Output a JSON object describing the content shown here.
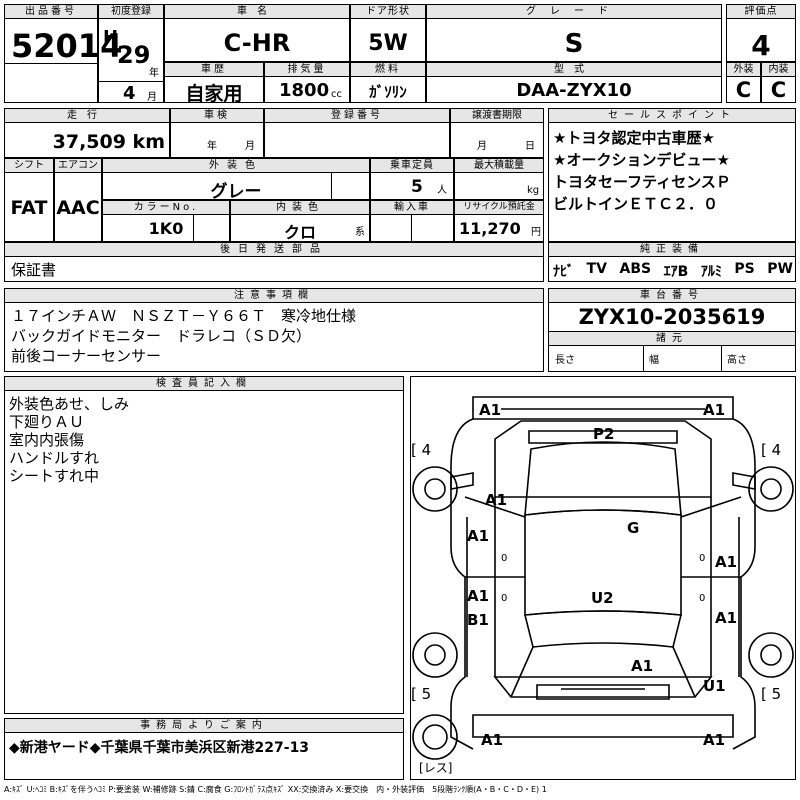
{
  "header": {
    "lot_label": "出品番号",
    "lot": "52014",
    "first_reg_label": "初度登録",
    "era": "H",
    "year": "29",
    "year_unit": "年",
    "month": "4",
    "month_unit": "月",
    "model_label": "車名",
    "model": "C-HR",
    "door_label": "ドア形状",
    "door": "5W",
    "grade_label": "グレード",
    "grade": "S",
    "score_label": "評価点",
    "score": "4",
    "history_label": "車歴",
    "history": "自家用",
    "displacement_label": "排気量",
    "displacement": "1800",
    "cc": "cc",
    "fuel_label": "燃料",
    "fuel": "ｶﾞｿﾘﾝ",
    "type_label": "型式",
    "type": "DAA-ZYX10",
    "ext_label": "外装",
    "ext": "C",
    "int_label": "内装",
    "int": "C"
  },
  "row2": {
    "mileage_label": "走行",
    "mileage": "37,509 km",
    "inspection_label": "車検",
    "year_unit": "年",
    "month_unit": "月",
    "reg_label": "登録番号",
    "transfer_label": "譲渡書期限",
    "transfer_month": "月",
    "transfer_day": "日",
    "shift_label": "シフト",
    "shift": "FAT",
    "ac_label": "エアコン",
    "ac": "AAC",
    "color_label": "外装色",
    "color": "グレー",
    "capacity_label": "乗車定員",
    "capacity": "5",
    "capacity_unit": "人",
    "load_label": "最大積載量",
    "load_unit": "kg",
    "color_no_label": "カラーNo.",
    "color_no": "1K0",
    "interior_label": "内装色",
    "interior": "クロ",
    "interior_unit": "系",
    "import_label": "輸入車",
    "recycle_label": "リサイクル預託金",
    "recycle": "11,270",
    "recycle_unit": "円",
    "later_label": "後日発送部品",
    "later": "保証書"
  },
  "sales": {
    "label": "セールスポイント",
    "lines": [
      "★トヨタ認定中古車歴★",
      "★オークションデビュー★",
      "トヨタセーフティセンスＰ",
      "ビルトインＥＴＣ２．０"
    ]
  },
  "equipment": {
    "label": "純正装備",
    "items": [
      "ﾅﾋﾞ",
      "TV",
      "ABS",
      "ｴｱB",
      "ｱﾙﾐ",
      "PS",
      "PW"
    ]
  },
  "notes": {
    "label": "注意事項欄",
    "lines": [
      "１７インチＡＷ　ＮＳＺＴ－Ｙ６６Ｔ　寒冷地仕様",
      "バックガイドモニター　ドラレコ（ＳＤ欠）",
      "前後コーナーセンサー"
    ]
  },
  "chassis": {
    "label": "車台番号",
    "number": "ZYX10-2035619",
    "dims_label": "諸元",
    "length": "長さ",
    "width": "幅",
    "height": "高さ"
  },
  "inspector": {
    "label": "検査員記入欄",
    "lines": [
      "外装色あせ、しみ",
      "下廻りＡＵ",
      "室内内張傷",
      "ハンドルすれ",
      "シートすれ中"
    ]
  },
  "diagram": {
    "marks": {
      "a1_tl": "A1",
      "a1_tr": "A1",
      "p2": "P2",
      "a1_hood": "A1",
      "g": "G",
      "a1_fl": "A1",
      "a1_fr": "A1",
      "a1_rl": "A1",
      "b1": "B1",
      "u2": "U2",
      "a1_rr": "A1",
      "a1_trunk": "A1",
      "u1": "U1",
      "a1_bl": "A1",
      "a1_br": "A1",
      "zero_l1": "0",
      "zero_r1": "0",
      "zero_l2": "0",
      "zero_r2": "0"
    },
    "tires": {
      "fl": "4",
      "fr": "4",
      "rl": "5",
      "rr": "5",
      "spare": "レス"
    }
  },
  "office": {
    "label": "事務局よりご案内",
    "text": "◆新港ヤード◆千葉県千葉市美浜区新港227-13"
  },
  "legend": "A:ｷｽﾞ U:ﾍｺﾐ B:ｷｽﾞを伴うﾍｺﾐ P:要塗装 W:補修跡 S:錆 C:腐食 G:ﾌﾛﾝﾄｶﾞﾗｽ点ｷｽﾞ XX:交換済み X:要交換　内・外装評価　5段階ﾗﾝｸ順(A・B・C・D・E) 1"
}
